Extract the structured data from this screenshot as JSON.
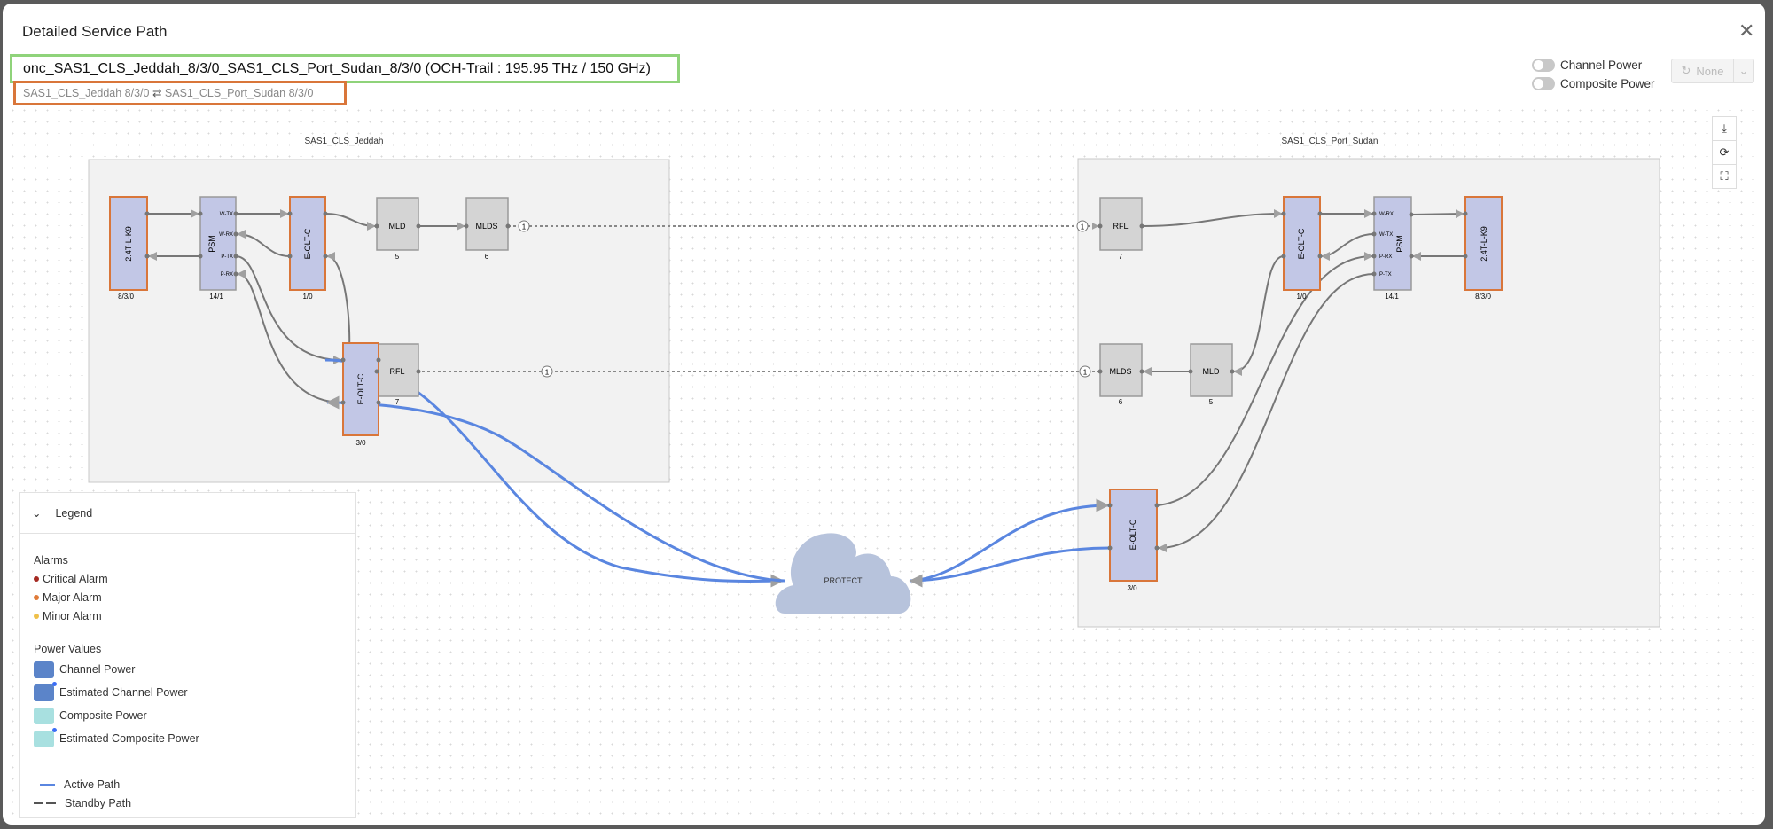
{
  "dialog": {
    "title": "Detailed Service Path",
    "close_icon": "close-icon",
    "service_name": "onc_SAS1_CLS_Jeddah_8/3/0_SAS1_CLS_Port_Sudan_8/3/0 (OCH-Trail : 195.95 THz / 150 GHz)",
    "endpoint_a": "SAS1_CLS_Jeddah 8/3/0",
    "endpoint_arrow": "⇄",
    "endpoint_b": "SAS1_CLS_Port_Sudan 8/3/0"
  },
  "controls": {
    "channel_power": {
      "label": "Channel Power",
      "enabled": false
    },
    "composite_power": {
      "label": "Composite Power",
      "enabled": false
    },
    "refresh_select": {
      "value": "None",
      "icon": "refresh-icon"
    }
  },
  "toolbar": {
    "download_icon": "download-icon",
    "refresh_icon": "refresh-icon",
    "fit_icon": "fullscreen-icon"
  },
  "diagram": {
    "sites": {
      "left": "SAS1_CLS_Jeddah",
      "right": "SAS1_CLS_Port_Sudan"
    },
    "left_nodes": {
      "transponder": {
        "label": "2.4T-L-K9",
        "slot": "8/3/0"
      },
      "psm": {
        "label": "PSM",
        "slot": "14/1",
        "ports": [
          "W-TX",
          "W-RX",
          "P-TX",
          "P-RX"
        ]
      },
      "eolt_work": {
        "label": "E-OLT-C",
        "slot": "1/0"
      },
      "mld": {
        "label": "MLD",
        "slot": "5"
      },
      "mlds": {
        "label": "MLDS",
        "slot": "6"
      },
      "rfl": {
        "label": "RFL",
        "slot": "7"
      },
      "eolt_prot": {
        "label": "E-OLT-C",
        "slot": "3/0"
      }
    },
    "right_nodes": {
      "transponder": {
        "label": "2.4T-L-K9",
        "slot": "8/3/0"
      },
      "psm": {
        "label": "PSM",
        "slot": "14/1",
        "ports": [
          "W-RX",
          "W-TX",
          "P-RX",
          "P-TX"
        ]
      },
      "eolt_work": {
        "label": "E-OLT-C",
        "slot": "1/0"
      },
      "mld": {
        "label": "MLD",
        "slot": "5"
      },
      "mlds": {
        "label": "MLDS",
        "slot": "6"
      },
      "rfl": {
        "label": "RFL",
        "slot": "7"
      },
      "eolt_prot": {
        "label": "E-OLT-C",
        "slot": "3/0"
      }
    },
    "span_count": "1",
    "cloud": "PROTECT",
    "colors": {
      "active": "#5a86e0",
      "standby": "#777777",
      "alarm_border": "#d9763a",
      "card": "#c2c7e6",
      "passive": "#d4d4d4",
      "cloud": "#b7c3dc"
    }
  },
  "legend": {
    "title": "Legend",
    "alarms_title": "Alarms",
    "alarms": [
      {
        "label": "Critical Alarm",
        "color": "#a52a22"
      },
      {
        "label": "Major Alarm",
        "color": "#e07b39"
      },
      {
        "label": "Minor Alarm",
        "color": "#efc04a"
      }
    ],
    "power_title": "Power Values",
    "power": [
      {
        "label": "Channel Power",
        "color": "#5b84c9",
        "estimated": false
      },
      {
        "label": "Estimated Channel Power",
        "color": "#5b84c9",
        "estimated": true
      },
      {
        "label": "Composite Power",
        "color": "#a8e0e0",
        "estimated": false
      },
      {
        "label": "Estimated Composite Power",
        "color": "#a8e0e0",
        "estimated": true
      }
    ],
    "paths": [
      {
        "label": "Active Path",
        "color": "#5a86e0"
      },
      {
        "label": "Standby Path",
        "color": "#555555"
      }
    ]
  }
}
